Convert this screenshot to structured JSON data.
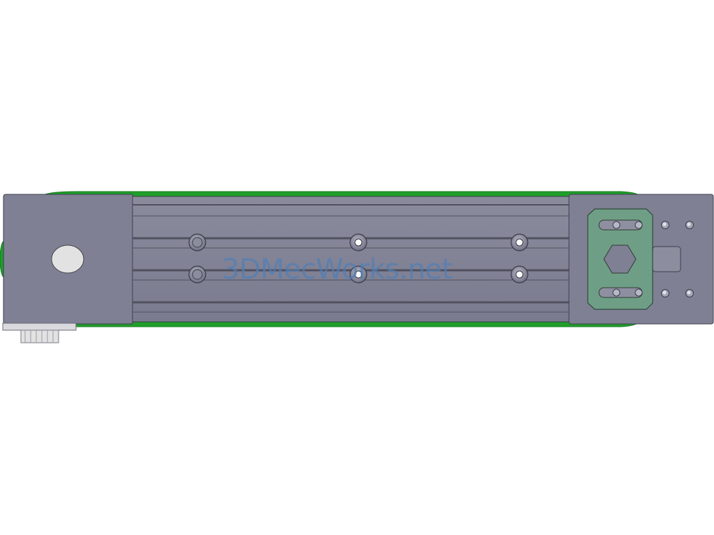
{
  "watermark": {
    "text": "3DMecWorks.net",
    "color": "#4f7fb8",
    "opacity": 0.7
  },
  "colors": {
    "background": "#ffffff",
    "body_gray": "#7f8093",
    "body_dark": "#5c5d70",
    "groove": "#50505f",
    "belt_green": "#1f9e2a",
    "mount_plate": "#6f9e86",
    "pulley_light": "#e2e2e2",
    "hole_white": "#ffffff"
  },
  "parts": [
    {
      "label": "end-block-left",
      "icon": "motor-end-block"
    },
    {
      "label": "aluminum-profile",
      "icon": "t-slot-profile"
    },
    {
      "label": "carriage-block-right",
      "icon": "carriage-block"
    },
    {
      "label": "motor-mount-plate",
      "icon": "mount-plate"
    },
    {
      "label": "drive-pulley",
      "icon": "pulley-gear"
    },
    {
      "label": "timing-belt",
      "icon": "belt"
    }
  ]
}
